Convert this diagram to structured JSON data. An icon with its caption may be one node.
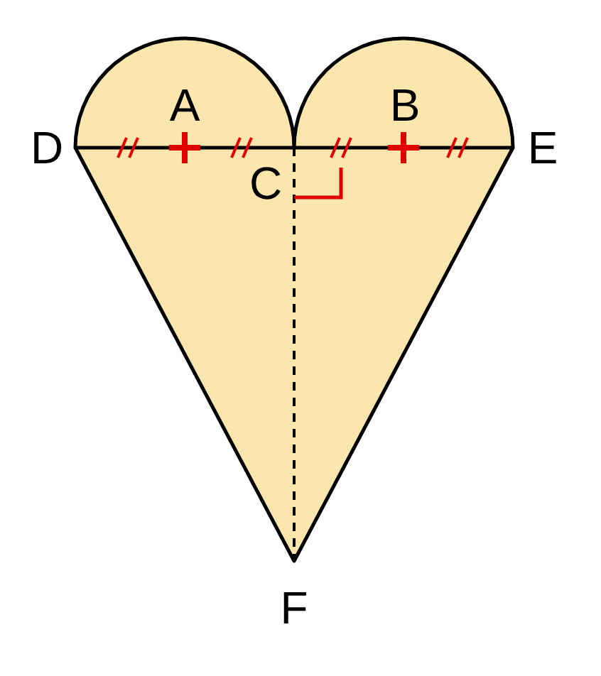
{
  "diagram": {
    "labels": [
      "A",
      "B",
      "D",
      "E",
      "C",
      "F"
    ]
  }
}
